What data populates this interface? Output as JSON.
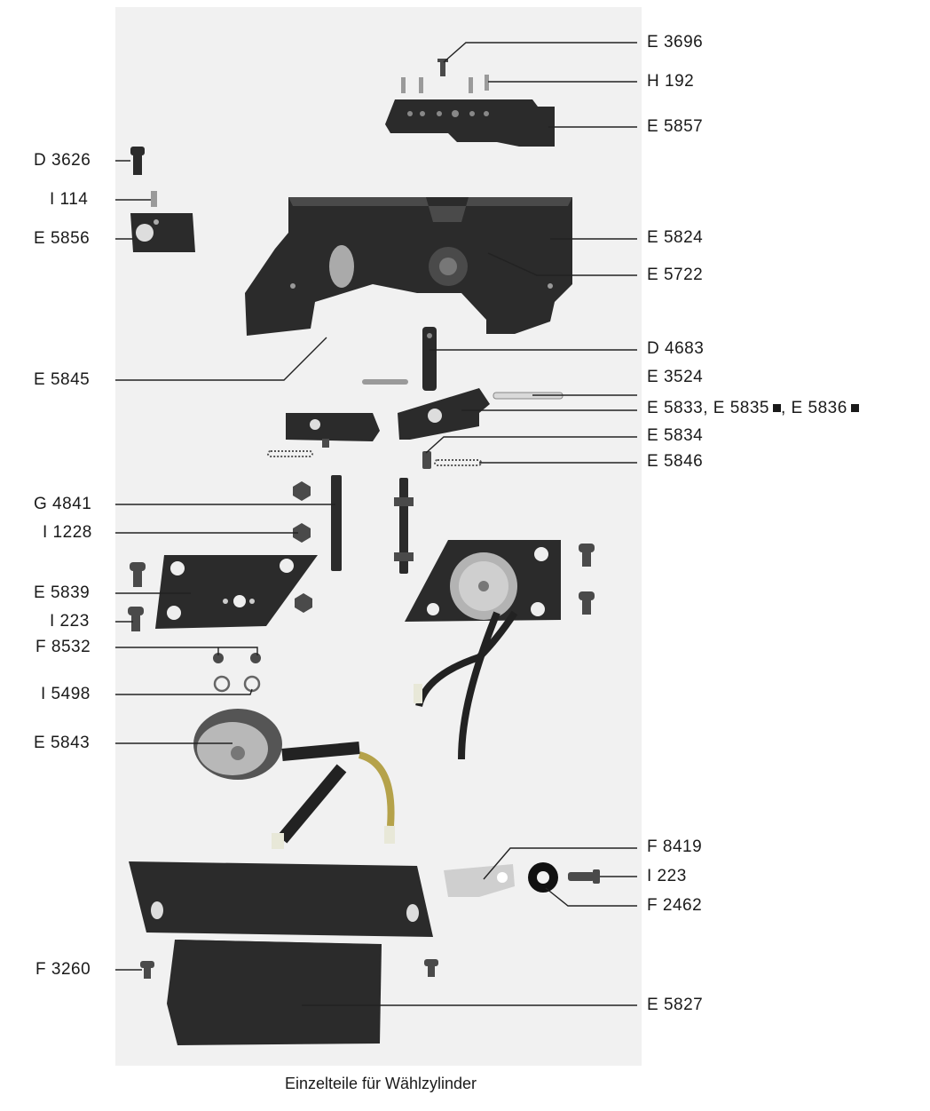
{
  "caption": "Einzelteile für Wählzylinder",
  "labels": {
    "e3696": "E 3696",
    "h192": "H 192",
    "e5857": "E 5857",
    "d3626": "D 3626",
    "i114": "I 114",
    "e5856": "E 5856",
    "e5824": "E 5824",
    "e5722": "E 5722",
    "d4683": "D 4683",
    "e5845": "E 5845",
    "e3524": "E 3524",
    "e5833_a": "E 5833, E 5835",
    "e5833_b": ", E 5836",
    "e5834": "E 5834",
    "e5846": "E 5846",
    "g4841": "G 4841",
    "i1228": "I 1228",
    "e5839": "E 5839",
    "i223_left": "I 223",
    "f8532": "F 8532",
    "i5498": "I 5498",
    "e5843": "E 5843",
    "f8419": "F 8419",
    "i223_right": "I 223",
    "f2462": "F 2462",
    "f3260": "F 3260",
    "e5827": "E 5827"
  }
}
